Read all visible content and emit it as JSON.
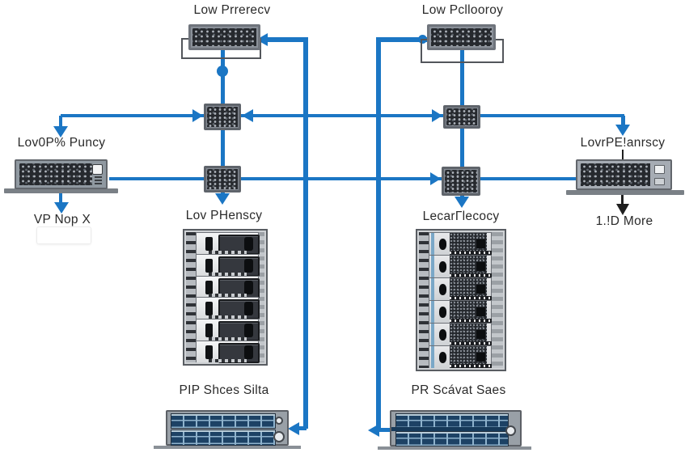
{
  "nodes": {
    "top_left_panel": {
      "label": "Low Prrerecv"
    },
    "top_right_panel": {
      "label": "Low Pcllooroy"
    },
    "left_appliance": {
      "label": "Lov0P% Puncy",
      "caption": "VP Nop X"
    },
    "right_appliance": {
      "label": "LovrPE!anrscy",
      "caption": "1.!D More"
    },
    "left_rack": {
      "label": "Lov PHenscy"
    },
    "right_rack": {
      "label": "LecarΓlecocy"
    },
    "bottom_left_chassis": {
      "label": "PIP Shces Silta"
    },
    "bottom_right_chassis": {
      "label": "PR Scávat Saes"
    }
  },
  "colors": {
    "connector_blue": "#1b76c4",
    "panel_navy": "#1d4265",
    "device_gray": "#9099a1",
    "mesh_dark": "#26292e"
  }
}
